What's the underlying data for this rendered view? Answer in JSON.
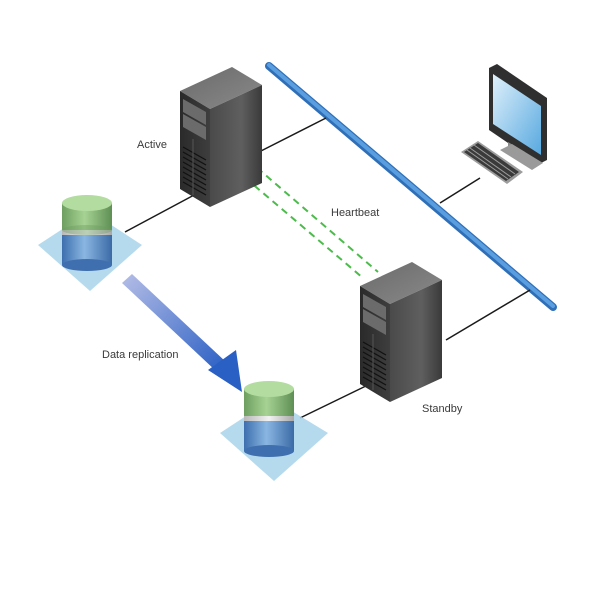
{
  "diagram": {
    "title": "Active/Standby failover with data replication",
    "labels": {
      "active": "Active",
      "standby": "Standby",
      "heartbeat": "Heartbeat",
      "replication": "Data replication"
    },
    "nodes": [
      {
        "id": "active-server",
        "type": "server",
        "label": "Active"
      },
      {
        "id": "standby-server",
        "type": "server",
        "label": "Standby"
      },
      {
        "id": "primary-storage",
        "type": "database"
      },
      {
        "id": "replica-storage",
        "type": "database"
      },
      {
        "id": "client-workstation",
        "type": "workstation"
      },
      {
        "id": "network-bus",
        "type": "network-backbone"
      }
    ],
    "edges": [
      {
        "from": "primary-storage",
        "to": "active-server",
        "style": "solid"
      },
      {
        "from": "replica-storage",
        "to": "standby-server",
        "style": "solid"
      },
      {
        "from": "active-server",
        "to": "network-bus",
        "style": "solid"
      },
      {
        "from": "standby-server",
        "to": "network-bus",
        "style": "solid"
      },
      {
        "from": "client-workstation",
        "to": "network-bus",
        "style": "solid"
      },
      {
        "from": "active-server",
        "to": "standby-server",
        "style": "dashed-double",
        "label": "Heartbeat"
      },
      {
        "from": "primary-storage",
        "to": "replica-storage",
        "style": "arrow",
        "label": "Data replication"
      }
    ],
    "colors": {
      "network_bus": "#3f86cf",
      "heartbeat": "#4cbb4c",
      "link": "#1a1a1a",
      "server": "#3c3c3c",
      "db_top": "#8dbf7e",
      "db_bottom": "#5b8fc8",
      "db_pad": "#a9d3ea",
      "arrow": "#2f62c0"
    }
  }
}
